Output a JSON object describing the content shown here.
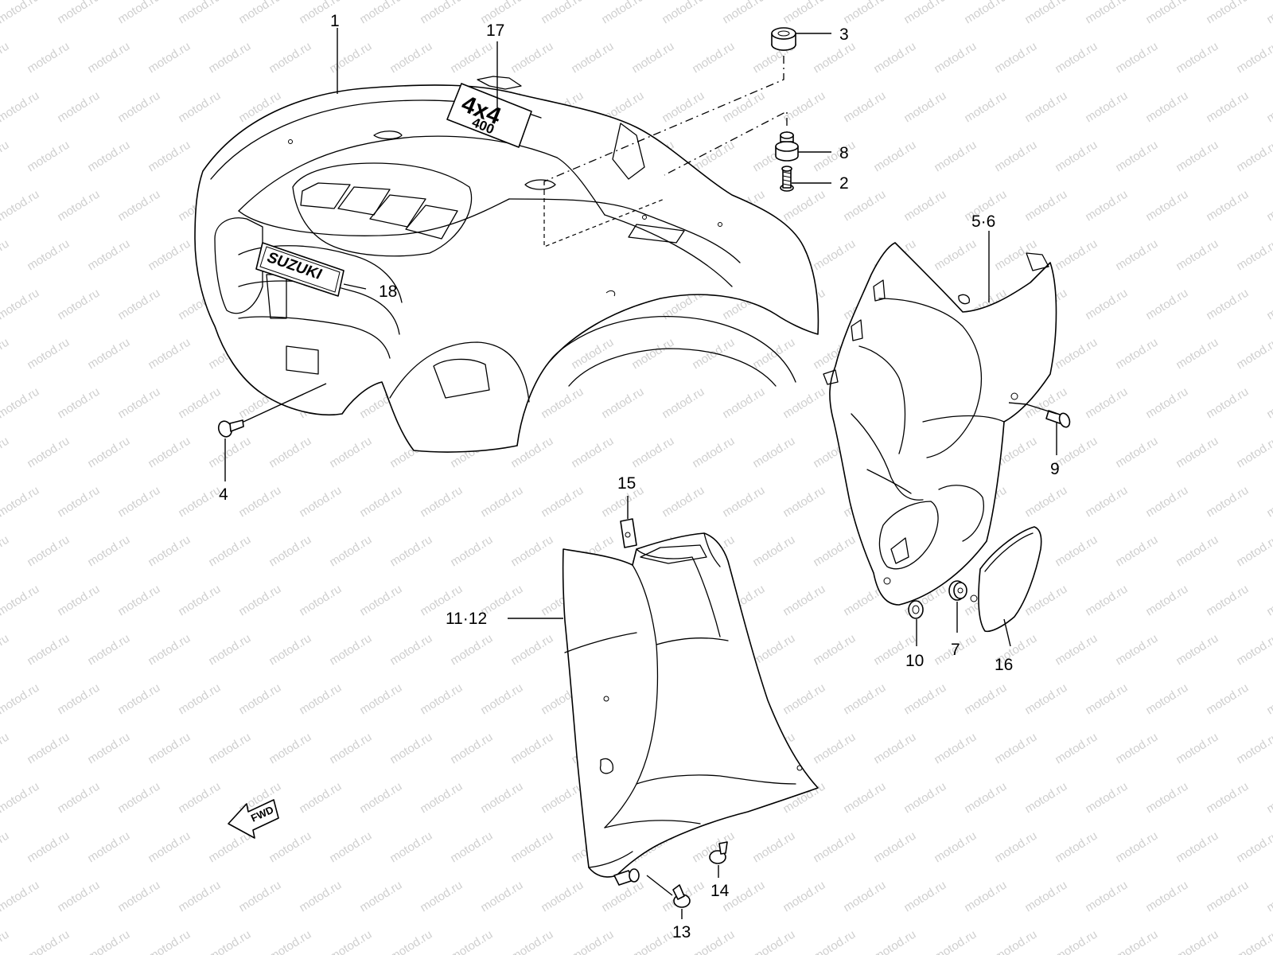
{
  "watermark": {
    "text": "motod.ru"
  },
  "badges": {
    "suzuki": "SUZUKI",
    "model": "4x4",
    "displacement": "400"
  },
  "fwd": {
    "label": "FWD"
  },
  "callouts": [
    {
      "id": "c1",
      "label": "1"
    },
    {
      "id": "c2",
      "label": "2"
    },
    {
      "id": "c3",
      "label": "3"
    },
    {
      "id": "c4",
      "label": "4"
    },
    {
      "id": "c56",
      "label": "5·6"
    },
    {
      "id": "c7",
      "label": "7"
    },
    {
      "id": "c8",
      "label": "8"
    },
    {
      "id": "c9",
      "label": "9"
    },
    {
      "id": "c10",
      "label": "10"
    },
    {
      "id": "c1112",
      "label": "11·12"
    },
    {
      "id": "c13",
      "label": "13"
    },
    {
      "id": "c14",
      "label": "14"
    },
    {
      "id": "c15",
      "label": "15"
    },
    {
      "id": "c16",
      "label": "16"
    },
    {
      "id": "c17",
      "label": "17"
    },
    {
      "id": "c18",
      "label": "18"
    }
  ]
}
